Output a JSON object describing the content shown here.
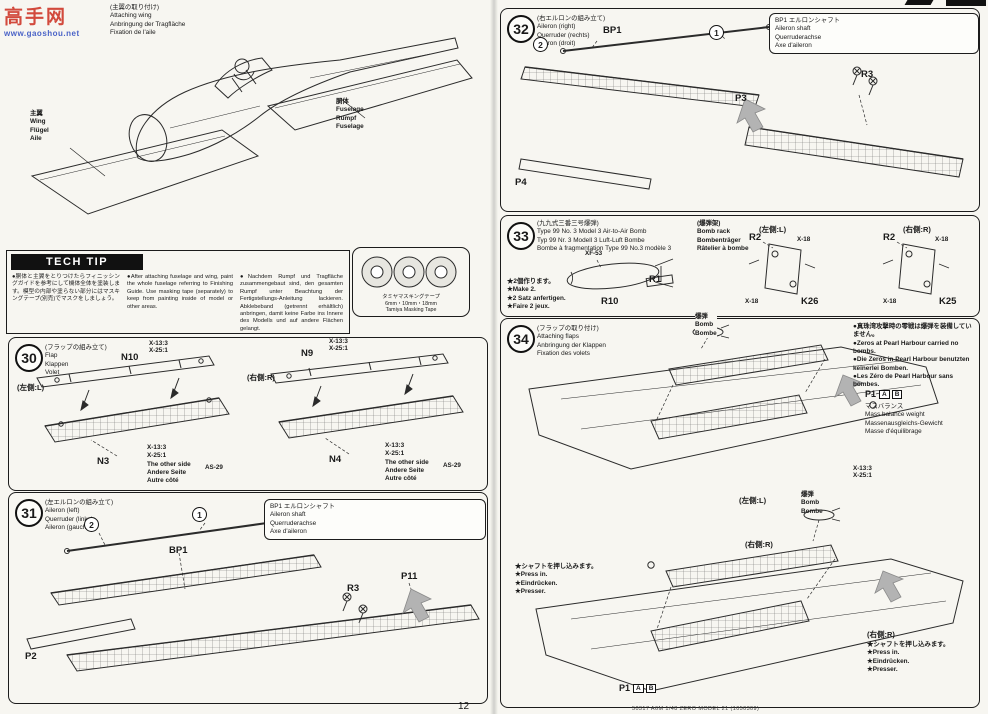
{
  "watermark": {
    "line1": "高手网",
    "line2": "www.gaoshou.net"
  },
  "top": {
    "title": "(主翼の取り付け)\nAttaching wing\nAnbringung der Tragfläche\nFixation de l'aile",
    "wing": "主翼\nWing\nFlügel\nAile",
    "fuselage": "胴体\nFuselage\nRumpf\nFuselage"
  },
  "techtip": {
    "header": "TECH TIP",
    "jp": "●胴体と主翼をとりつけたらフィニッシングガイドを参考にして機体全体を塗装します。模型の内部や塗らない部分にはマスキングテープ(別売)でマスクをしましょう。",
    "en": "●After attaching fuselage and wing, paint the whole fuselage referring to Finishing Guide. Use masking tape (separately) to keep from painting inside of model or other areas.",
    "de": "●Nachdem Rumpf und Tragfläche zusammengebaut sind, den gesamten Rumpf unter Beachtung der Fertigstellungs-Anleitung lackieren. Abklebeband (getrennt erhältlich) anbringen, damit keine Farbe ins Innere des Modells und auf andere Flächen gelangt.",
    "tape": "タミヤマスキングテープ\n6mm・10mm・18mm\nTamiya Masking Tape"
  },
  "s30": {
    "num": "30",
    "title": "(フラップの組み立て)\nFlap\nKlappen\nVolet",
    "left": "(左側:L)",
    "right": "(右側:R)",
    "paint": "X-13:3\nX-25:1",
    "n10": "N10",
    "n9": "N9",
    "n3": "N3",
    "n4": "N4",
    "note": "X-13:3\nX-25:1\nThe other side\nAndere Seite\nAutre côté",
    "as29": "AS-29"
  },
  "s31": {
    "num": "31",
    "title": "(左エルロンの組み立て)\nAileron (left)\nQuerruder (links)\nAileron (gauche)",
    "box": "BP1  エルロンシャフト\nAileron shaft\nQuerruderachse\nAxe d'aileron",
    "bp1": "BP1",
    "p2": "P2",
    "p11": "P11",
    "r3": "R3",
    "c1": "1",
    "c2": "2"
  },
  "s32": {
    "num": "32",
    "title": "(右エルロンの組み立て)\nAileron (right)\nQuerruder (rechts)\nAileron (droit)",
    "box": "BP1  エルロンシャフト\nAileron shaft\nQuerruderachse\nAxe d'aileron",
    "bp1": "BP1",
    "p4": "P4",
    "p3": "P3",
    "r3": "R3",
    "c1": "1",
    "c2": "2"
  },
  "s33": {
    "num": "33",
    "title": "(九九式三番三号爆弾)\nType 99 No. 3 Model 3 Air-to-Air Bomb\nTyp 99 Nr. 3 Modell 3 Luft-Luft Bombe\nBombe à fragmentation Type 99 No.3 modèle 3",
    "rack": "(爆弾架)\nBomb rack\nBombenträger\nRâtelier à bombe",
    "left": "(左側:L)",
    "right": "(右側:R)",
    "make2": "★2個作ります。\n★Make 2.\n★2 Satz anfertigen.\n★Faire 2 jeux.",
    "paint": "XF-53",
    "r10": "R10",
    "r1": "R1",
    "r2": "R2",
    "k26": "K26",
    "k25": "K25",
    "x18": "X-18"
  },
  "s34": {
    "num": "34",
    "title": "(フラップの取り付け)\nAttaching flaps\nAnbringung der Klappen\nFixation des volets",
    "note": "●真珠湾攻撃時の零戦は爆弾を装備していません。\n●Zeros at Pearl Harbour carried no bombs.\n●Die Zeros in Pearl Harbour benutzten keinerlei Bomben.\n●Les Zéro de Pearl Harbour sans bombes.",
    "bomb": "爆弾\nBomb\nBombe",
    "p1": "P1",
    "a": "A",
    "b": "B",
    "mass": "マスバランス\nMass balance weight\nMassenausgleichs-Gewicht\nMasse d'équilibrage",
    "paint": "X-13:3\nX-25:1",
    "press": "★シャフトを押し込みます。\n★Press in.\n★Eindrücken.\n★Presser.",
    "left": "(左側:L)",
    "right": "(右側:R)"
  },
  "footer": {
    "page": "12",
    "code": "50317 A6M 1/48 ZERO MODEL 21 (1050309)"
  }
}
